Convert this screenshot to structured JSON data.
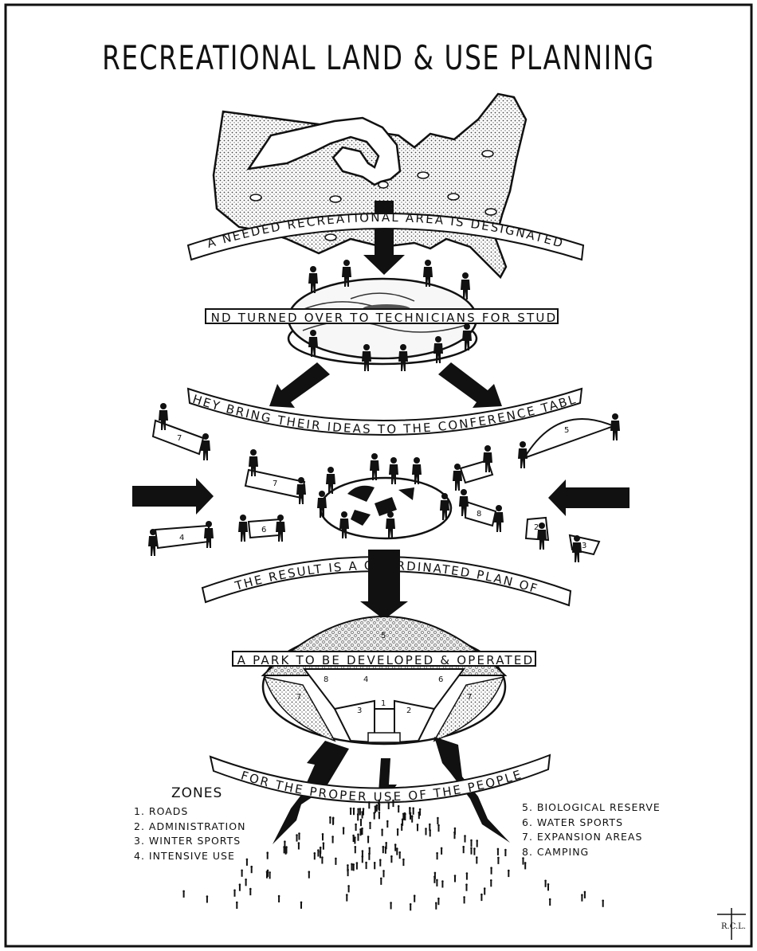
{
  "title": "RECREATIONAL LAND & USE PLANNING",
  "banners": [
    "A NEEDED RECREATIONAL AREA IS DESIGNATED",
    "AND TURNED OVER TO TECHNICIANS FOR STUDY",
    "THEY BRING THEIR IDEAS TO THE CONFERENCE TABLE",
    "THE RESULT IS A COORDINATED PLAN OF",
    "A PARK TO BE DEVELOPED & OPERATED",
    "FOR THE PROPER USE OF THE PEOPLE"
  ],
  "zones": {
    "heading": "ZONES",
    "left": [
      "1. ROADS",
      "2. ADMINISTRATION",
      "3. WINTER SPORTS",
      "4. INTENSIVE USE"
    ],
    "right": [
      "5. BIOLOGICAL RESERVE",
      "6. WATER SPORTS",
      "7. EXPANSION AREAS",
      "8. CAMPING"
    ]
  },
  "piece_numbers": [
    "7",
    "5",
    "7",
    "4",
    "6",
    "8",
    "3",
    "2"
  ],
  "plan_zone_numbers": [
    "5",
    "8",
    "4",
    "6",
    "7",
    "7",
    "3",
    "1",
    "2"
  ],
  "signature": "R.C.L.",
  "colors": {
    "ink": "#111111",
    "paper": "#ffffff",
    "stipple": "#d9d9d9"
  }
}
